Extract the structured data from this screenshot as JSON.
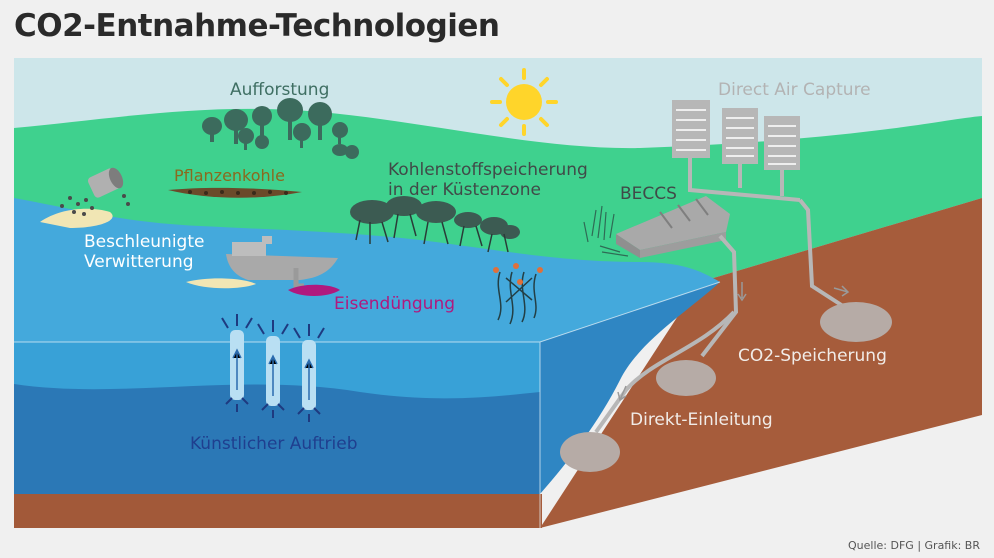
{
  "title": "CO2-Entnahme-Technologien",
  "labels": {
    "aufforstung": "Aufforstung",
    "pflanzenkohle": "Pflanzenkohle",
    "kuestenzone_line1": "Kohlenstoffspeicherung",
    "kuestenzone_line2": "in der Küstenzone",
    "beccs": "BECCS",
    "direct_air_capture": "Direct Air Capture",
    "verwitterung_line1": "Beschleunigte",
    "verwitterung_line2": "Verwitterung",
    "eisenduengung": "Eisendüngung",
    "co2_speicherung": "CO2-Speicherung",
    "direkt_einleitung": "Direkt-Einleitung",
    "kuenstlicher_auftrieb": "Künstlicher Auftrieb"
  },
  "source": "Quelle: DFG | Grafik: BR",
  "colors": {
    "sky": "#cde6ea",
    "land": "#3fd18e",
    "ocean_surface": "#44a9dc",
    "ocean_deep": "#2b78b6",
    "soil": "#a65c3b",
    "trees": "#3c6b5d",
    "sun": "#ffd52a",
    "dac_gray": "#b7b7b7",
    "magenta": "#b0197e"
  }
}
